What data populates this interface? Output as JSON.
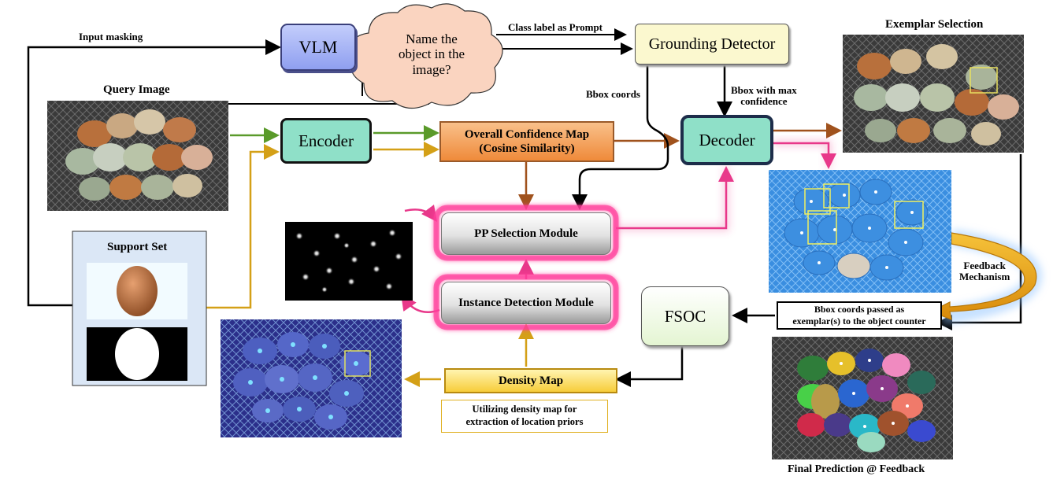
{
  "labels": {
    "input_masking": "Input masking",
    "class_label_prompt": "Class label as Prompt",
    "query_image": "Query Image",
    "exemplar_selection": "Exemplar Selection",
    "bbox_coords": "Bbox coords",
    "bbox_max_confidence": "Bbox with max\nconfidence",
    "support_set": "Support Set",
    "final_prediction": "Final Prediction @ Feedback",
    "feedback_mechanism": "Feedback\nMechanism"
  },
  "modules": {
    "vlm": "VLM",
    "prompt_cloud": "Name the\nobject in the\nimage?",
    "grounding_detector": "Grounding Detector",
    "encoder": "Encoder",
    "overall_confidence_map": "Overall Confidence Map\n(Cosine Similarity)",
    "decoder": "Decoder",
    "pp_selection": "PP Selection Module",
    "instance_detection": "Instance Detection Module",
    "fsoc": "FSOC",
    "density_map": "Density  Map",
    "density_note": "Utilizing density map for\nextraction of location priors",
    "bbox_passed": "Bbox coords passed as\nexemplar(s) to the object counter"
  },
  "colors": {
    "arrow_black": "#000000",
    "arrow_green": "#5a9a2a",
    "arrow_gold": "#d4a017",
    "arrow_brown": "#a0521d",
    "glow_pink": "#e8388a",
    "teal_box": "#8fe0c8",
    "vlm_box": "#aab8f5",
    "orange_box": "#f5a05a",
    "grounding_box": "#fbf8cf",
    "fsoc_box": "#eaf7d8",
    "density_box": "#ffe27a",
    "support_bg": "#dbe7f6",
    "cloud_fill": "#fad4c0",
    "feedback_arrow": "#f0a818"
  }
}
